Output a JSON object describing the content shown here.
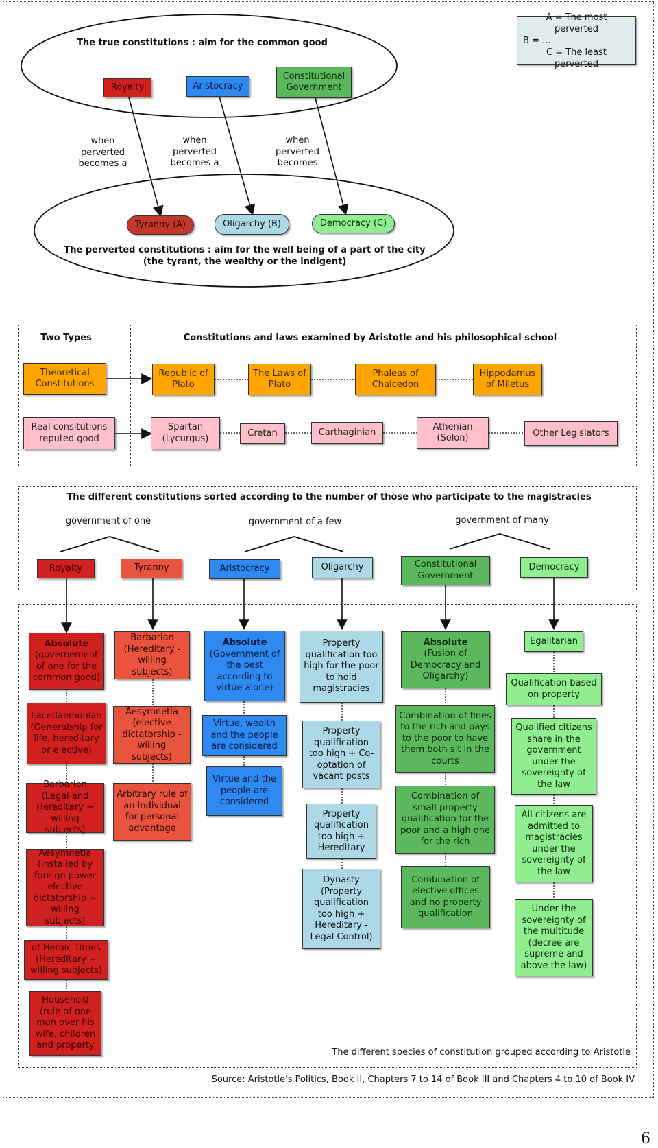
{
  "legend": {
    "a": "A = The most perverted",
    "b": "B = ...",
    "c": "C = The least perverted"
  },
  "top": {
    "true_title": "The true constitutions : aim for the common good",
    "royalty": "Royalty",
    "aristocracy": "Aristocracy",
    "constitutional": "Constitutional Government",
    "arrow1": "when perverted becomes a",
    "arrow2": "when perverted becomes a",
    "arrow3": "when perverted becomes",
    "tyranny": "Tyranny (A)",
    "oligarchy": "Oligarchy (B)",
    "democracy": "Democracy (C)",
    "perverted_title": "The perverted constitutions : aim for the well being of a part of the city",
    "perverted_sub": "(the tyrant, the wealthy or the indigent)"
  },
  "types": {
    "title": "Two Types",
    "theoretical": "Theoretical Constitutions",
    "real": "Real consitutions reputed good"
  },
  "examined": {
    "title": "Constitutions and laws examined by Aristotle and his philosophical school",
    "row1": [
      "Republic of Plato",
      "The Laws of Plato",
      "Phaleas of Chalcedon",
      "Hippodamus of Miletus"
    ],
    "row2": [
      "Spartan (Lycurgus)",
      "Cretan",
      "Carthaginian",
      "Athenian (Solon)",
      "Other Legislators"
    ]
  },
  "sorted": {
    "title": "The different constitutions sorted according to the number of those who participate to the magistracies",
    "gov_one": "government of one",
    "gov_few": "government of a few",
    "gov_many": "government of many",
    "royalty": "Royalty",
    "tyranny": "Tyranny",
    "aristocracy": "Aristocracy",
    "oligarchy": "Oligarchy",
    "constitutional": "Constitutional Government",
    "democracy": "Democracy"
  },
  "species": {
    "royalty": [
      {
        "title": "Absolute",
        "text": "(governement of one for the common good)"
      },
      {
        "text": "Lacedaemonian (Generalship for life, hereditary or elective)"
      },
      {
        "text": "Barbarian (Legal and Hereditary + willing subjects)"
      },
      {
        "text": "Aesymnetia (installed by foreign power elective dictatorship + willing subjects)"
      },
      {
        "text": "of Heroic Times (Hereditary + willing subjects)"
      },
      {
        "text": "Household (rule of one man over his wife, children and property"
      }
    ],
    "tyranny": [
      {
        "text": "Barbarian (Hereditary - willing subjects)"
      },
      {
        "text": "Aesymnetia (elective dictatorship - willing subjects)"
      },
      {
        "text": "Arbitrary rule of an individual for personal advantage"
      }
    ],
    "aristocracy": [
      {
        "title": "Absolute",
        "text": "(Government of the best according to virtue alone)"
      },
      {
        "text": "Virtue, wealth and the people are considered"
      },
      {
        "text": "Virtue and the people are considered"
      }
    ],
    "oligarchy": [
      {
        "text": "Property qualification too high for the poor to hold magistracies"
      },
      {
        "text": "Property qualification too high + Co-optation of vacant posts"
      },
      {
        "text": "Property qualification too high + Hereditary"
      },
      {
        "text": "Dynasty (Property qualification too high + Hereditary - Legal Control)"
      }
    ],
    "constitutional": [
      {
        "title": "Absolute",
        "text": "(Fusion of Democracy and Oligarchy)"
      },
      {
        "text": "Combination of fines to the rich and pays to the poor to have them both sit in the courts"
      },
      {
        "text": "Combination of small property qualification for the poor and a high one for the rich"
      },
      {
        "text": "Combination of elective offices and no property qualification"
      }
    ],
    "democracy": [
      {
        "text": "Egalitarian"
      },
      {
        "text": "Qualification based on property"
      },
      {
        "text": "Qualified citizens share in the government under the sovereignty of the law"
      },
      {
        "text": "All citizens are admitted to magistracies under the sovereignty of the law"
      },
      {
        "text": "Under the sovereignty of the multitude (decree are supreme and above the law)"
      }
    ],
    "caption": "The different species of constitution grouped according to Aristotle"
  },
  "source": "Source: Aristotle's Politics, Book II, Chapters 7 to 14 of Book III and Chapters 4 to 10 of Book IV",
  "page_number": "6",
  "colors": {
    "red": "#d02020",
    "light_red": "#e8543d",
    "blue": "#3089f0",
    "light_blue": "#add8e6",
    "green": "#5cb85c",
    "light_green": "#90ee90",
    "orange": "#ffa500",
    "pink": "#ffc0cb"
  }
}
